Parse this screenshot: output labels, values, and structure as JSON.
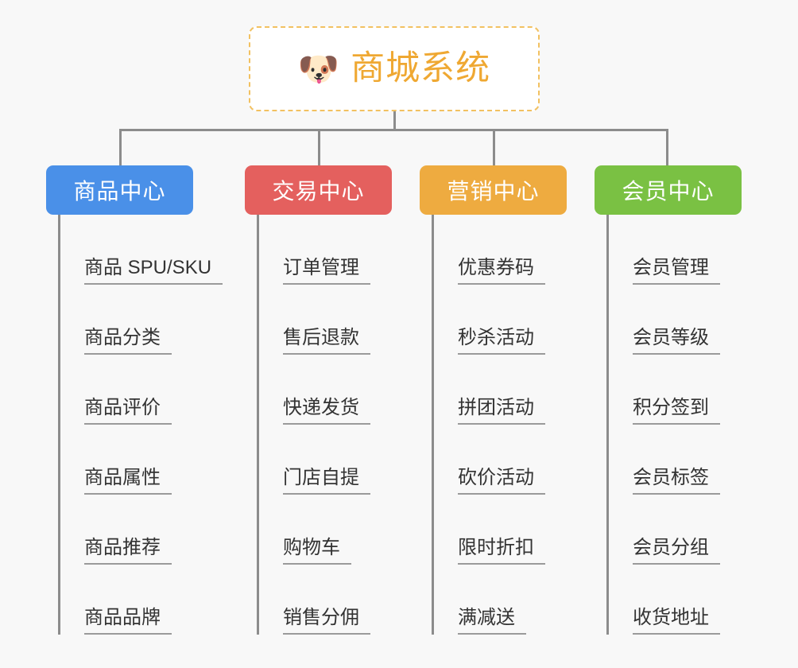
{
  "canvas": {
    "background": "#f8f8f8",
    "connector_color": "#8c8c8c"
  },
  "root": {
    "icon": "dog-face-emoji",
    "emoji": "🐶",
    "title": "商城系统",
    "text_color": "#efa832",
    "border_color": "#f2c161",
    "background": "#ffffff"
  },
  "branches": [
    {
      "id": "product-center",
      "label": "商品中心",
      "color": "#4a90e8",
      "items": [
        {
          "label": "商品 SPU/SKU"
        },
        {
          "label": "商品分类"
        },
        {
          "label": "商品评价"
        },
        {
          "label": "商品属性"
        },
        {
          "label": "商品推荐"
        },
        {
          "label": "商品品牌"
        }
      ]
    },
    {
      "id": "trade-center",
      "label": "交易中心",
      "color": "#e4605e",
      "items": [
        {
          "label": "订单管理"
        },
        {
          "label": "售后退款"
        },
        {
          "label": "快递发货"
        },
        {
          "label": "门店自提"
        },
        {
          "label": "购物车"
        },
        {
          "label": "销售分佣"
        }
      ]
    },
    {
      "id": "marketing-center",
      "label": "营销中心",
      "color": "#eeab40",
      "items": [
        {
          "label": "优惠券码"
        },
        {
          "label": "秒杀活动"
        },
        {
          "label": "拼团活动"
        },
        {
          "label": "砍价活动"
        },
        {
          "label": "限时折扣"
        },
        {
          "label": "满减送"
        }
      ]
    },
    {
      "id": "member-center",
      "label": "会员中心",
      "color": "#7ac143",
      "items": [
        {
          "label": "会员管理"
        },
        {
          "label": "会员等级"
        },
        {
          "label": "积分签到"
        },
        {
          "label": "会员标签"
        },
        {
          "label": "会员分组"
        },
        {
          "label": "收货地址"
        }
      ]
    }
  ]
}
